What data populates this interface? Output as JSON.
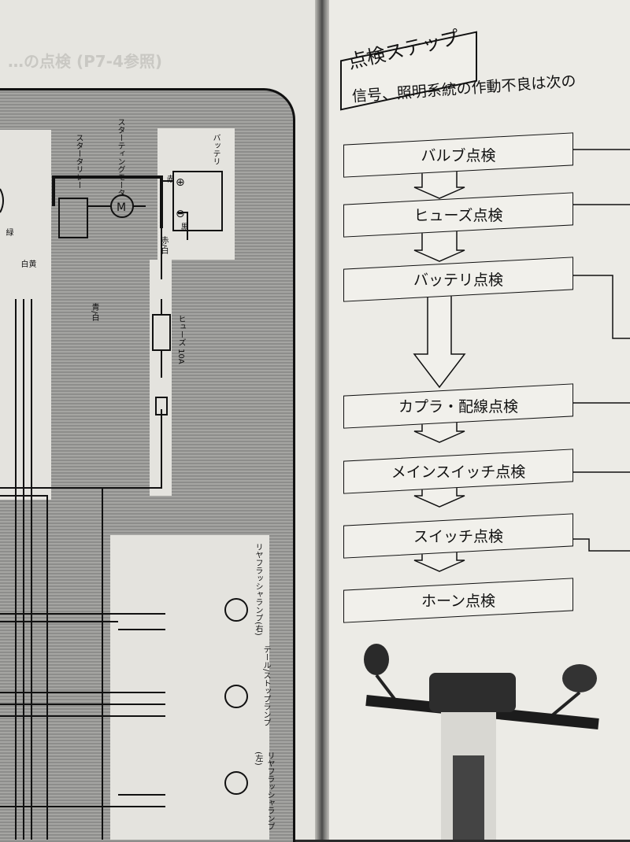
{
  "left_page": {
    "header_faded": "…の点検 (P7-4参照)",
    "diagram": {
      "starter_relay": "スタータリレー",
      "starting_motor": "スターティングモータ",
      "battery": "バッテリ",
      "fuse": "ヒューズ 10A",
      "wire_red": "赤",
      "wire_black": "黒",
      "wire_red_white": "赤/白",
      "wire_blue_white": "青/白",
      "wire_white": "白",
      "wire_yellow": "黄",
      "wire_green": "緑",
      "rear_flasher_right": "リヤフラッシャランプ(右)",
      "tail_stop_lamp": "テール/ストップランプ",
      "rear_flasher_left": "リヤフラッシャランプ(左)"
    }
  },
  "right_page": {
    "section_title": "点検ステップ",
    "intro": "信号、照明系統の作動不良は次の",
    "steps": [
      "バルブ点検",
      "ヒューズ点検",
      "バッテリ点検",
      "カプラ・配線点検",
      "メインスイッチ点検",
      "スイッチ点検",
      "ホーン点検"
    ]
  }
}
